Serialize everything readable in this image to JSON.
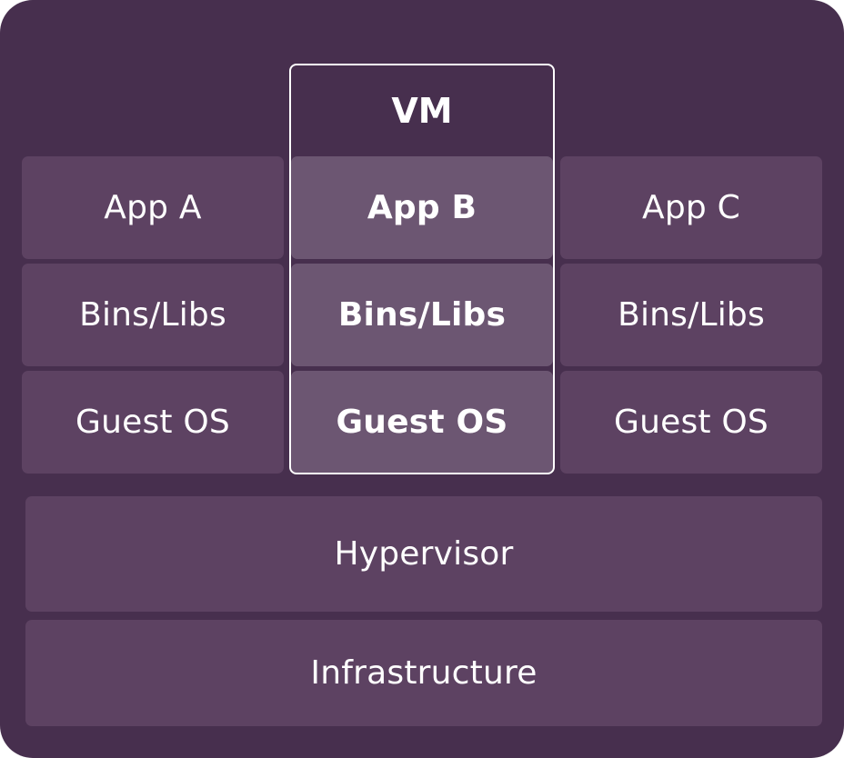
{
  "vm": {
    "title": "VM"
  },
  "columns": [
    {
      "app": "App A",
      "bins": "Bins/Libs",
      "os": "Guest OS"
    },
    {
      "app": "App B",
      "bins": "Bins/Libs",
      "os": "Guest OS"
    },
    {
      "app": "App C",
      "bins": "Bins/Libs",
      "os": "Guest OS"
    }
  ],
  "layers": {
    "hypervisor": "Hypervisor",
    "infrastructure": "Infrastructure"
  },
  "colors": {
    "background": "#472f4e",
    "block": "#5d4262",
    "vm_block": "#6c5672",
    "text": "#ffffff",
    "vm_border": "#ffffff"
  }
}
